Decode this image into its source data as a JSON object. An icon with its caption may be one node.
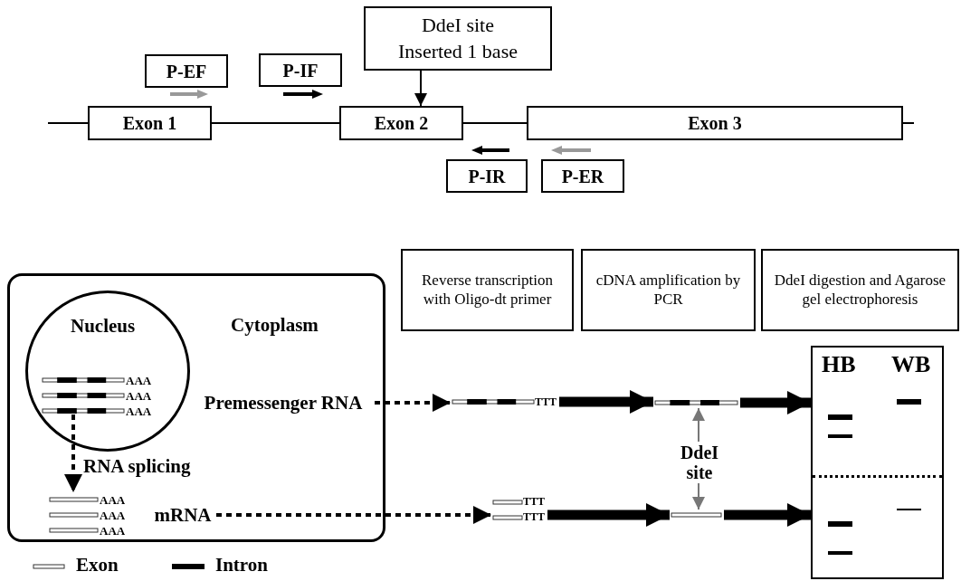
{
  "diagram": {
    "nodes": [
      {
        "text": [
          "Exon 1"
        ]
      },
      {
        "text": [
          "Exon 2"
        ]
      },
      {
        "text": [
          "Exon 3"
        ]
      },
      {
        "text": [
          "P-EF"
        ]
      },
      {
        "text": [
          "P-IF"
        ]
      },
      {
        "text": [
          "DdeI site",
          "Inserted 1 base"
        ]
      },
      {
        "text": [
          "P-IR"
        ]
      },
      {
        "text": [
          "P-ER"
        ]
      },
      {
        "text": [
          "Cytoplasm"
        ]
      },
      {
        "text": [
          "Nucleus"
        ],
        "in": 8
      },
      {
        "text": [
          "AAA",
          "AAA",
          "AAA"
        ],
        "in": 9
      },
      {
        "text": [
          "AAA",
          "AAA",
          "AAA"
        ],
        "in": 8
      },
      {
        "text": [
          "Premessenger RNA"
        ],
        "in": 8
      },
      {
        "text": [
          "mRNA"
        ],
        "in": 8
      },
      {
        "text": [
          "Reverse transcription with Oligo-dt primer"
        ]
      },
      {
        "text": [
          "cDNA amplification by PCR"
        ]
      },
      {
        "text": [
          "DdeI digestion and Agarose gel electrophoresis"
        ]
      },
      {
        "text": [
          "TTT"
        ]
      },
      {
        "text": [
          "TTT",
          "TTT"
        ]
      },
      {
        "text": [],
        "shape": "bar"
      },
      {
        "text": [],
        "shape": "bar"
      },
      {
        "text": [
          "HB",
          "WB"
        ]
      },
      {
        "text": [
          "DdeI site"
        ]
      }
    ],
    "edges": [
      {
        "from": 0,
        "to": 1,
        "arrow": "none"
      },
      {
        "from": 1,
        "to": 2,
        "arrow": "none"
      },
      {
        "from": 5,
        "to": 1,
        "arrow": "to"
      },
      {
        "from": 10,
        "to": 11,
        "arrow": "to",
        "label": "RNA splicing",
        "style": "dashed"
      },
      {
        "from": 12,
        "to": 17,
        "arrow": "to",
        "style": "dashed"
      },
      {
        "from": 13,
        "to": 18,
        "arrow": "to",
        "style": "dashed"
      },
      {
        "from": 17,
        "to": 19,
        "arrow": "to",
        "style": "thick"
      },
      {
        "from": 18,
        "to": 20,
        "arrow": "to",
        "style": "thick"
      },
      {
        "from": 19,
        "to": 21,
        "arrow": "to",
        "style": "thick"
      },
      {
        "from": 20,
        "to": 21,
        "arrow": "to",
        "style": "thick"
      },
      {
        "from": 22,
        "to": 19,
        "arrow": "to",
        "color": "#777777"
      },
      {
        "from": 22,
        "to": 20,
        "arrow": "to",
        "color": "#777777"
      }
    ],
    "legend": [
      {
        "text": "Exon"
      },
      {
        "text": "Intron"
      }
    ]
  }
}
